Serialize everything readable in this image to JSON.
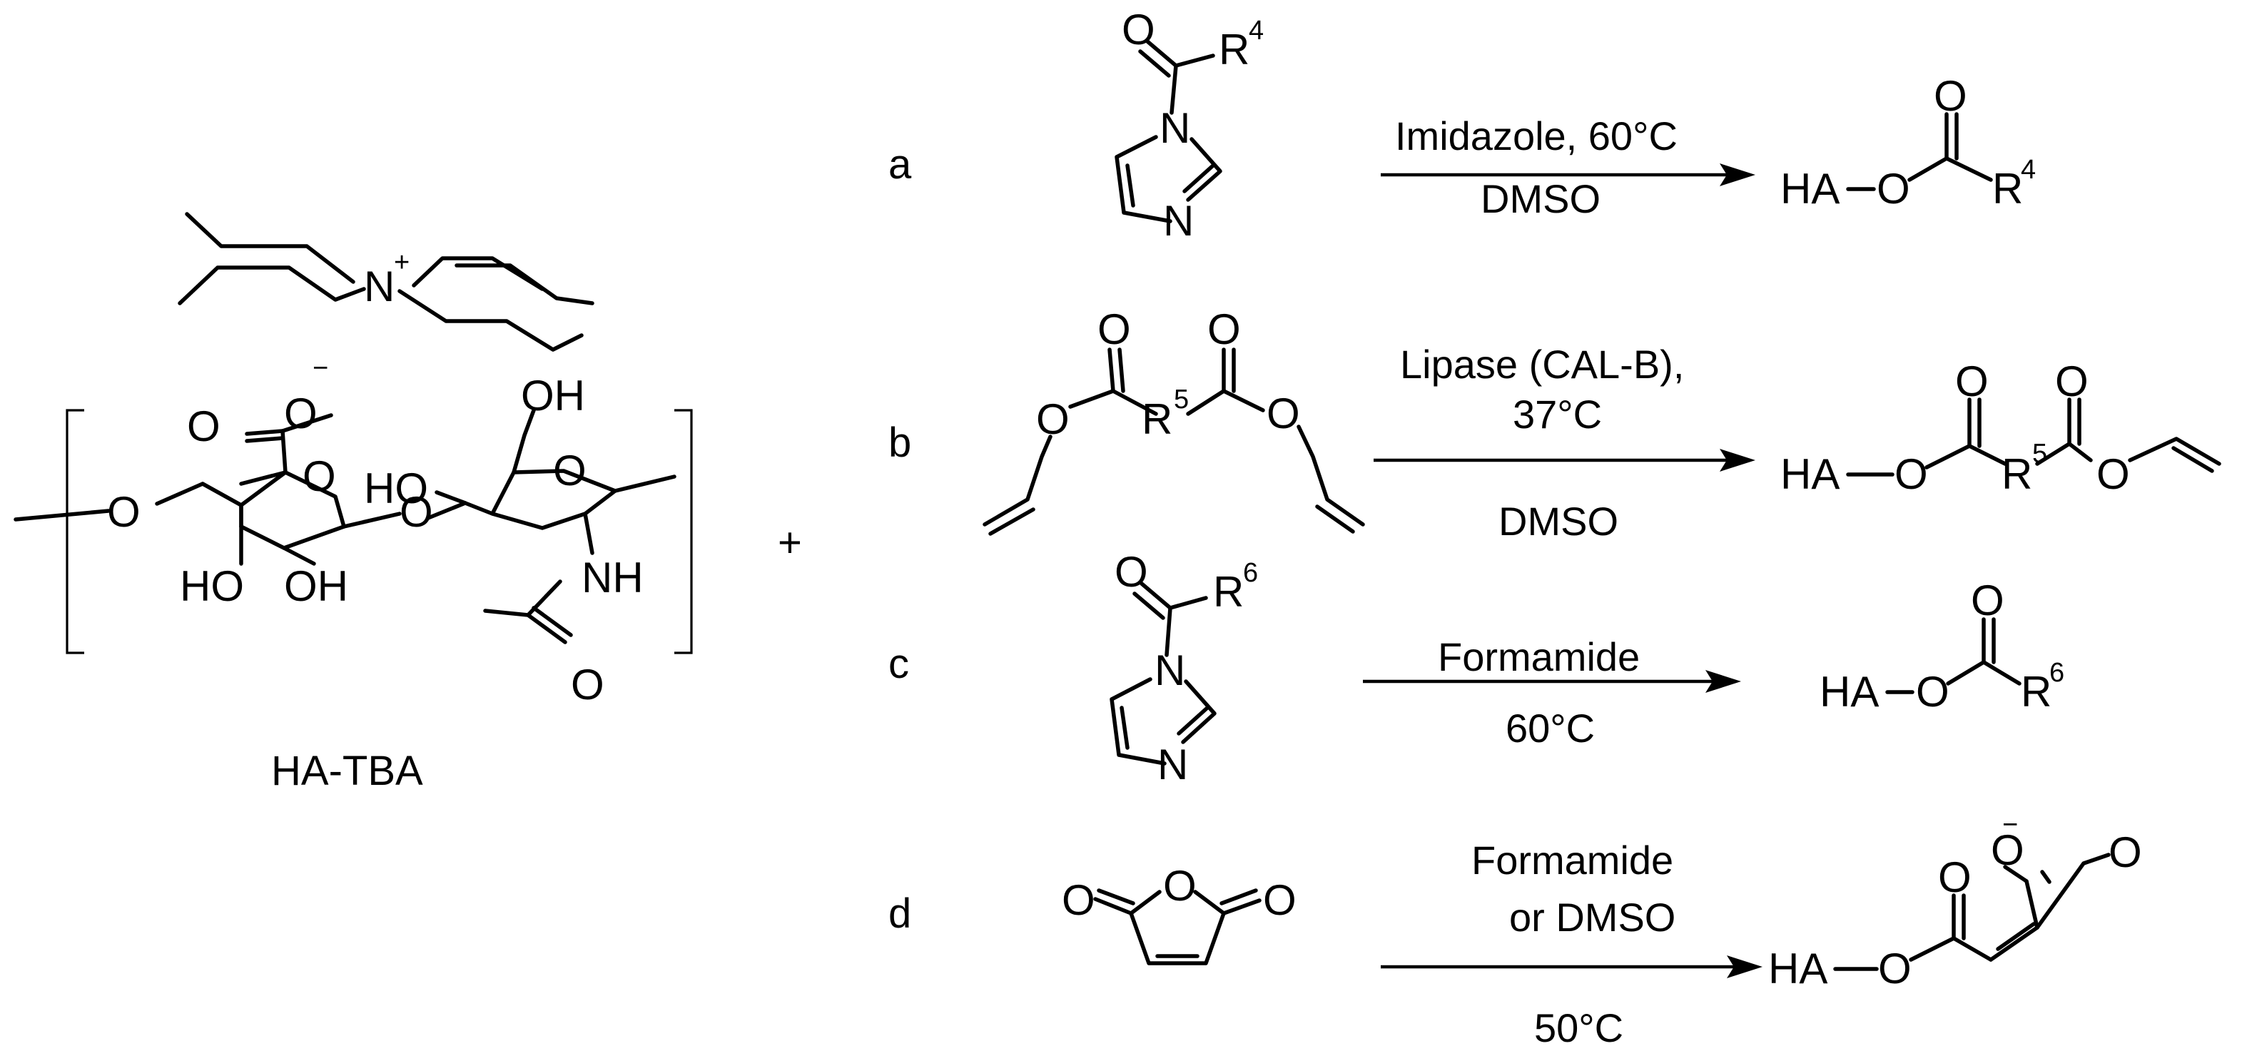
{
  "reagent": {
    "name": "HA-TBA",
    "plus": "+"
  },
  "charges": {
    "nitrogen_plus": "+",
    "carboxylate_minus": "−"
  },
  "atoms": {
    "O": "O",
    "N": "N",
    "OH": "OH",
    "HO": "HO",
    "NH": "NH",
    "HA": "HA",
    "R": "R"
  },
  "reactions": [
    {
      "id": "a",
      "label": "a",
      "r_sub": "4",
      "conditions_above": "Imidazole, 60°C",
      "conditions_above_2": "",
      "conditions_below": "DMSO"
    },
    {
      "id": "b",
      "label": "b",
      "r_sub": "5",
      "conditions_above": "Lipase (CAL-B),",
      "conditions_above_2": "37°C",
      "conditions_below": "DMSO"
    },
    {
      "id": "c",
      "label": "c",
      "r_sub": "6",
      "conditions_above": "Formamide",
      "conditions_above_2": "",
      "conditions_below": "60°C"
    },
    {
      "id": "d",
      "label": "d",
      "r_sub": "",
      "conditions_above": "Formamide",
      "conditions_above_2": "or DMSO",
      "conditions_below": "50°C"
    }
  ]
}
